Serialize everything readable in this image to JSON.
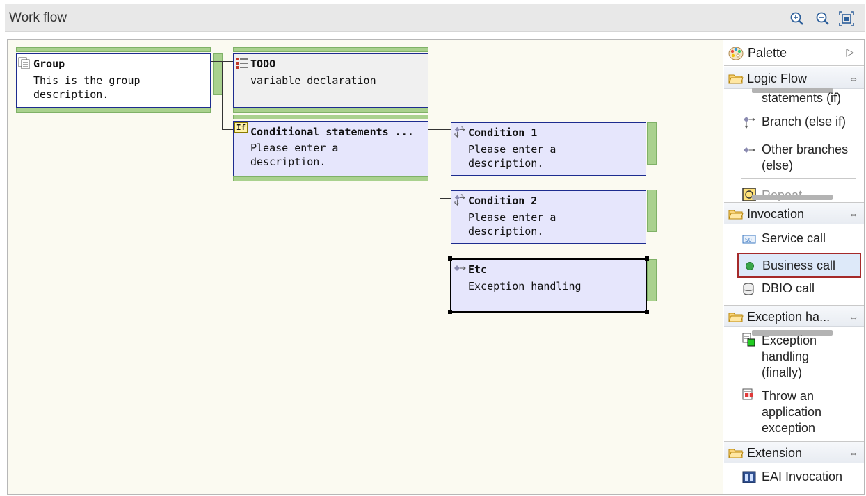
{
  "window": {
    "title": "Work flow"
  },
  "toolbar": {
    "zoom_in": "zoom-in",
    "zoom_out": "zoom-out",
    "fit": "fit-to-window"
  },
  "nodes": {
    "group": {
      "title": "Group",
      "desc": "This is the group\ndescription."
    },
    "todo": {
      "title": "TODO",
      "desc": "variable declaration"
    },
    "cond": {
      "badge": "If",
      "title": "Conditional statements ...",
      "desc": "Please enter a\ndescription."
    },
    "c1": {
      "title": "Condition 1",
      "desc": "Please enter a\ndescription."
    },
    "c2": {
      "title": "Condition 2",
      "desc": "Please enter a\ndescription."
    },
    "etc": {
      "title": "Etc",
      "desc": "Exception handling"
    }
  },
  "palette": {
    "title": "Palette",
    "sections": {
      "logic": {
        "label": "Logic Flow",
        "items": [
          "statements (if)",
          "Branch (else if)",
          "Other branches\n(else)",
          "Repeat"
        ]
      },
      "invocation": {
        "label": "Invocation",
        "items": [
          "Service call",
          "Business call",
          "DBIO call"
        ]
      },
      "exception": {
        "label": "Exception ha...",
        "items": [
          "Exception\nhandling\n(finally)",
          "Throw an\napplication\nexception"
        ]
      },
      "extension": {
        "label": "Extension",
        "items": [
          "EAI Invocation"
        ]
      }
    }
  },
  "colors": {
    "node_border": "#1d2c8f",
    "group_bar": "#a9d18e",
    "node_lavender": "#e6e6fc",
    "canvas": "#fbfaf1",
    "selection": "#a52a2a"
  }
}
